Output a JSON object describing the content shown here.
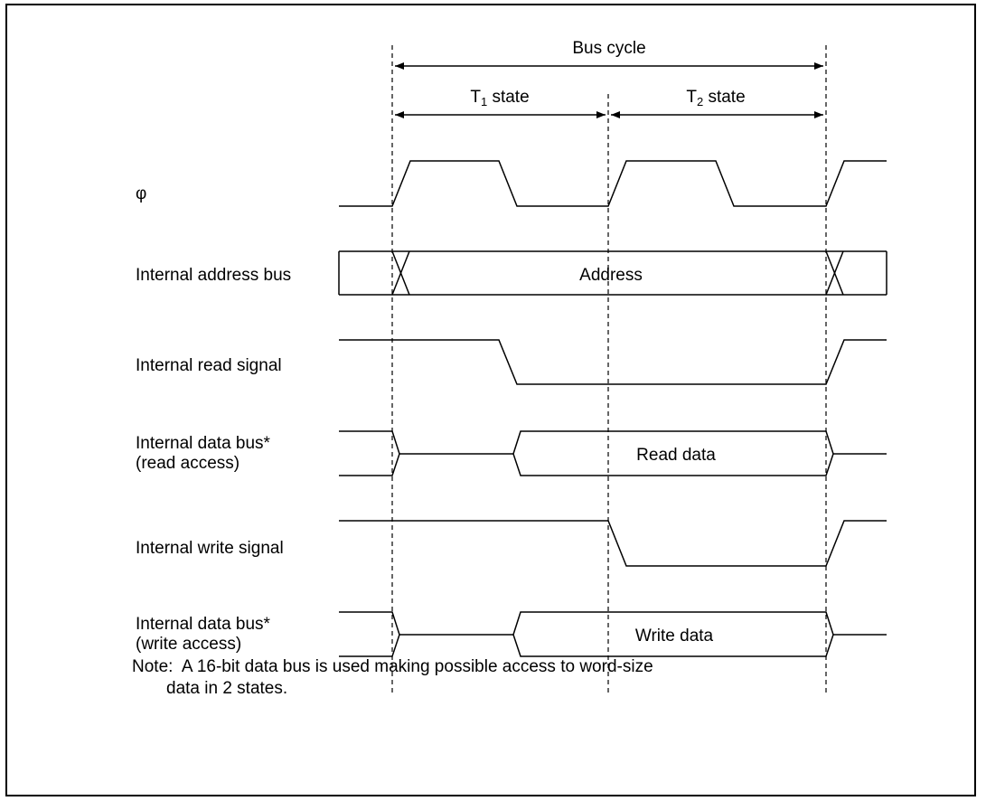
{
  "header": {
    "bus_cycle": "Bus cycle",
    "t1_letter": "T",
    "t1_sub": "1",
    "t1_rest": " state",
    "t2_letter": "T",
    "t2_sub": "2",
    "t2_rest": " state"
  },
  "signals": {
    "phi": "φ",
    "address_bus": "Internal address bus",
    "address_value": "Address",
    "read_signal": "Internal read signal",
    "data_bus_read_1": "Internal data bus*",
    "data_bus_read_2": "(read access)",
    "read_data": "Read data",
    "write_signal": "Internal write signal",
    "data_bus_write_1": "Internal data bus*",
    "data_bus_write_2": "(write access)",
    "write_data": "Write data"
  },
  "note": {
    "line1": "Note:  A 16-bit data bus is used making possible access to word-size",
    "line2": "data in 2 states."
  }
}
